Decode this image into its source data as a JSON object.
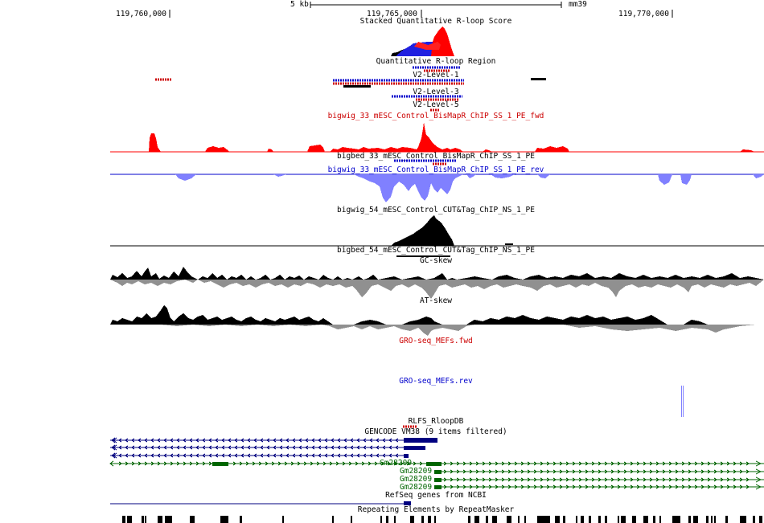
{
  "colors": {
    "black": "#000000",
    "red": "#cc0000",
    "bright_red": "#ff0000",
    "blue": "#0000cc",
    "lavender": "#8080ff",
    "gray": "#909090",
    "navy": "#000080",
    "green": "#006600"
  },
  "ruler": {
    "scale_label": "5 kb",
    "assembly": "mm39",
    "positions": [
      "119,760,000",
      "119,765,000",
      "119,770,000"
    ]
  },
  "tracks": [
    {
      "key": "stacked",
      "label": "Stacked Quantitative R-loop Score",
      "color": "black"
    },
    {
      "key": "qrr",
      "label": "Quantitative R-loop Region",
      "color": "black"
    },
    {
      "key": "v2l1",
      "label": "V2-Level-1",
      "color": "black"
    },
    {
      "key": "v2l3",
      "label": "V2-Level-3",
      "color": "black"
    },
    {
      "key": "v2l5",
      "label": "V2-Level-5",
      "color": "black"
    },
    {
      "key": "bw33fwd",
      "label": "bigwig_33_mESC_Control_BisMapR_ChIP_SS_1_PE_fwd",
      "color": "red"
    },
    {
      "key": "bb33",
      "label": "bigbed_33_mESC_Control_BisMapR_ChIP_SS_1_PE",
      "color": "black"
    },
    {
      "key": "bw33rev",
      "label": "bigwig_33_mESC_Control_BisMapR_ChIP_SS_1_PE_rev",
      "color": "blue"
    },
    {
      "key": "bw54",
      "label": "bigwig_54_mESC_Control_CUT&Tag_ChIP_NS_1_PE",
      "color": "black"
    },
    {
      "key": "bb54",
      "label": "bigbed_54_mESC_Control_CUT&Tag_ChIP_NS_1_PE",
      "color": "black"
    },
    {
      "key": "gc",
      "label": "GC-skew",
      "color": "black"
    },
    {
      "key": "at",
      "label": "AT-skew",
      "color": "black"
    },
    {
      "key": "grofwd",
      "label": "GRO-seq_MEFs.fwd",
      "color": "red"
    },
    {
      "key": "grorev",
      "label": "GRO-seq_MEFs.rev",
      "color": "blue"
    },
    {
      "key": "rlfs",
      "label": "RLFS_RloopDB",
      "color": "black"
    },
    {
      "key": "gencode",
      "label": "GENCODE VM38 (9 items filtered)",
      "color": "black"
    },
    {
      "key": "refseq",
      "label": "RefSeq genes from NCBI",
      "color": "black"
    },
    {
      "key": "rmsk",
      "label": "Repeating Elements by RepeatMasker",
      "color": "black"
    }
  ],
  "gene_labels": [
    "Gm28209",
    "Gm28209",
    "Gm28209",
    "Gm28209"
  ]
}
